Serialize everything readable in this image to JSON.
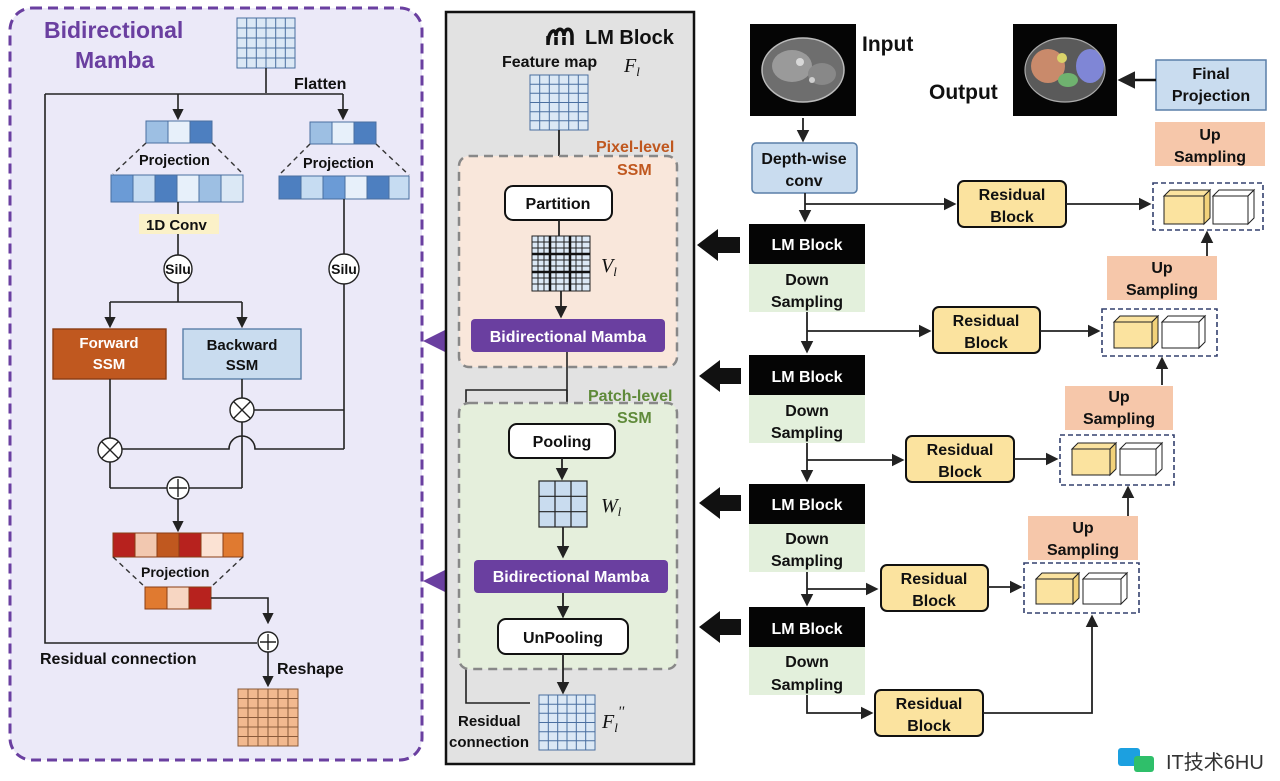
{
  "left_panel": {
    "title_line1": "Bidirectional",
    "title_line2": "Mamba",
    "flatten": "Flatten",
    "projection_left": "Projection",
    "projection_right": "Projection",
    "conv1d": "1D Conv",
    "silu_left": "Silu",
    "silu_right": "Silu",
    "forward_ssm_line1": "Forward",
    "forward_ssm_line2": "SSM",
    "backward_ssm_line1": "Backward",
    "backward_ssm_line2": "SSM",
    "projection_bottom": "Projection",
    "residual_connection": "Residual connection",
    "reshape": "Reshape"
  },
  "middle_panel": {
    "title": "LM Block",
    "feature_map": "Feature map",
    "f_l": "F",
    "f_l_sub": "l",
    "pixel_level_line1": "Pixel-level",
    "pixel_level_line2": "SSM",
    "partition": "Partition",
    "v_l": "V",
    "v_l_sub": "l",
    "bidirectional_mamba_1": "Bidirectional Mamba",
    "patch_level_line1": "Patch-level",
    "patch_level_line2": "SSM",
    "pooling": "Pooling",
    "w_l": "W",
    "w_l_sub": "l",
    "bidirectional_mamba_2": "Bidirectional Mamba",
    "unpooling": "UnPooling",
    "residual_line1": "Residual",
    "residual_line2": "connection",
    "f_out": "F",
    "f_out_sub": "l",
    "f_out_sup": "''"
  },
  "right_panel": {
    "input": "Input",
    "output": "Output",
    "final_projection_line1": "Final",
    "final_projection_line2": "Projection",
    "depthwise_line1": "Depth-wise",
    "depthwise_line2": "conv",
    "lm_block": "LM Block",
    "down_line1": "Down",
    "down_line2": "Sampling",
    "up_line1": "Up",
    "up_line2": "Sampling",
    "residual_line1": "Residual",
    "residual_line2": "Block"
  },
  "watermark": "IT技术6HU",
  "colors": {
    "purple": "#6a3fa0",
    "panel_lavender": "#ebe9f8",
    "panel_gray": "#e2e2e2",
    "pixel_ssm_bg": "#f9e7db",
    "patch_ssm_bg": "#e5efdc",
    "forward_ssm": "#c0581f",
    "backward_ssm": "#c9dcef",
    "residual_block": "#fbe39f",
    "up_sampling": "#f6c7aa",
    "down_sampling": "#e3f0dc",
    "depthwise": "#c9dcef",
    "final_projection": "#c9dcef"
  }
}
